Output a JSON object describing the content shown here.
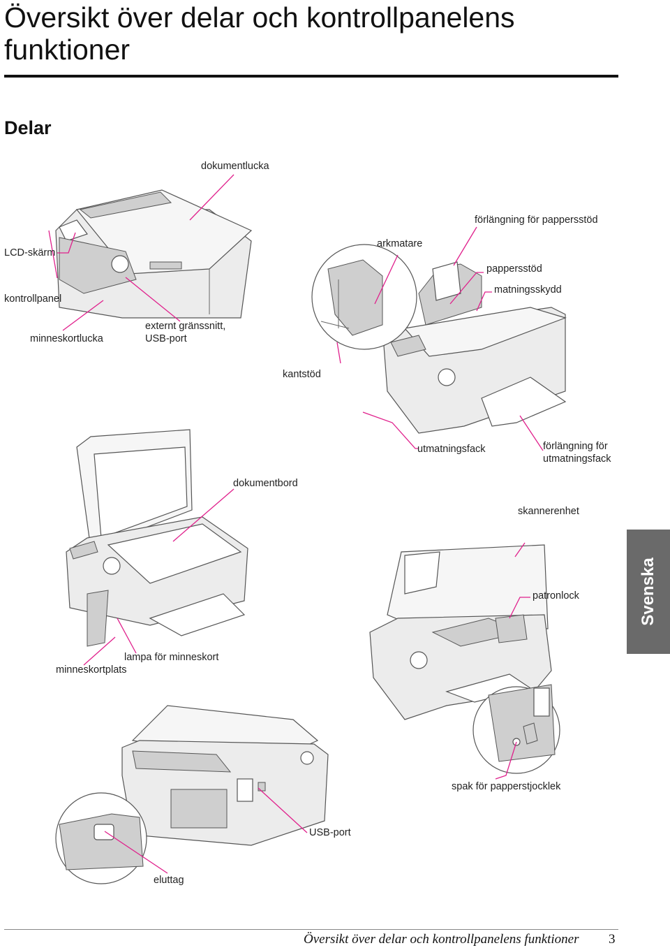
{
  "title": "Översikt över delar och kontrollpanelens funktioner",
  "section": "Delar",
  "labels": {
    "dokumentlucka": "dokumentlucka",
    "forlangning_pappersstod": "förlängning för pappersstöd",
    "arkmatare": "arkmatare",
    "lcd": "LCD-skärm",
    "pappersstod": "pappersstöd",
    "matningsskydd": "matningsskydd",
    "kontrollpanel": "kontrollpanel",
    "minneskortlucka": "minneskortlucka",
    "externt1": "externt gränssnitt,",
    "externt2": "USB-port",
    "kantstod": "kantstöd",
    "utmatningsfack": "utmatningsfack",
    "forlangning_utmatning1": "förlängning för",
    "forlangning_utmatning2": "utmatningsfack",
    "dokumentbord": "dokumentbord",
    "skannerenhet": "skannerenhet",
    "patronlock": "patronlock",
    "lampa": "lampa för minneskort",
    "minneskortplats": "minneskortplats",
    "spak": "spak för papperstjocklek",
    "usb": "USB-port",
    "eluttag": "eluttag"
  },
  "side_tab": "Svenska",
  "footer": {
    "text": "Översikt över delar och kontrollpanelens funktioner",
    "page": "3"
  }
}
